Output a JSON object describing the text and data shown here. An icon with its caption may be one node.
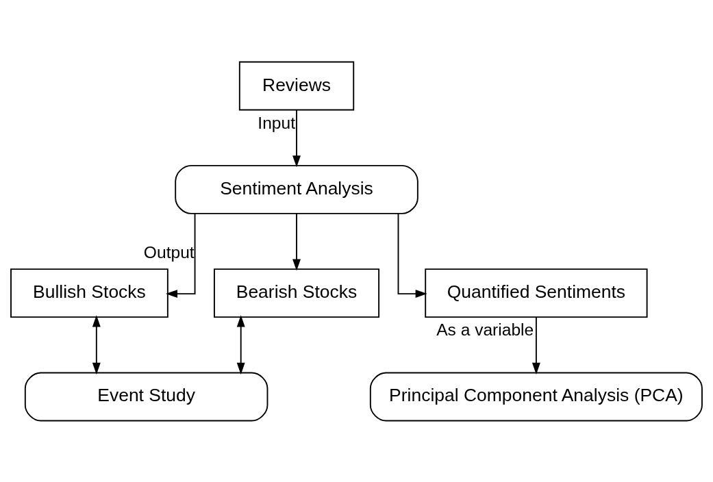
{
  "diagram": {
    "nodes": [
      {
        "text": [
          "Reviews"
        ]
      },
      {
        "text": [
          "Sentiment Analysis"
        ]
      },
      {
        "text": [
          "Bullish Stocks"
        ]
      },
      {
        "text": [
          "Bearish Stocks"
        ]
      },
      {
        "text": [
          "Quantified Sentiments"
        ]
      },
      {
        "text": [
          "Event Study"
        ]
      },
      {
        "text": [
          "Principal Component Analysis (PCA)"
        ]
      }
    ],
    "edges": [
      {
        "from": 0,
        "to": 1,
        "arrow": "to",
        "label": "Input"
      },
      {
        "from": 1,
        "to": 2,
        "arrow": "to",
        "label": "Output"
      },
      {
        "from": 1,
        "to": 3,
        "arrow": "to"
      },
      {
        "from": 1,
        "to": 4,
        "arrow": "to"
      },
      {
        "from": 2,
        "to": 5,
        "arrow": "both"
      },
      {
        "from": 3,
        "to": 5,
        "arrow": "both"
      },
      {
        "from": 4,
        "to": 6,
        "arrow": "to",
        "label": "As a variable"
      }
    ]
  }
}
